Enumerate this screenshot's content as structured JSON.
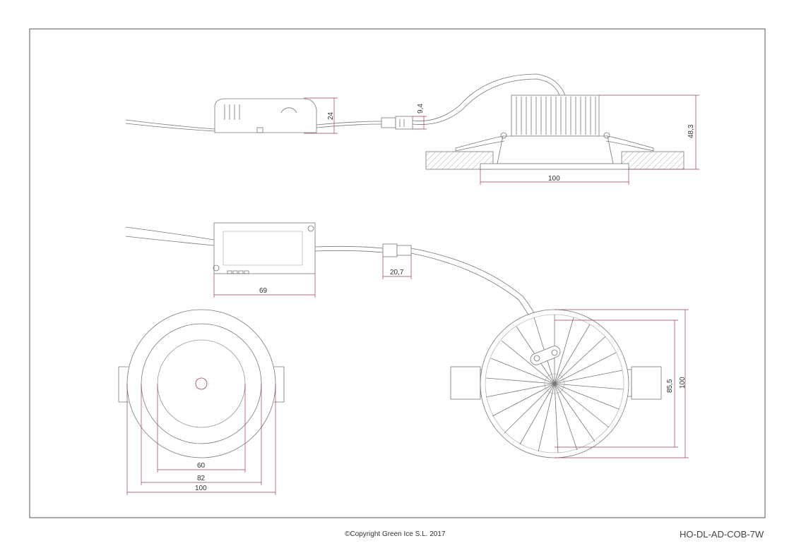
{
  "dimensions": {
    "driver_height": "24",
    "connector_height": "9,4",
    "fixture_height": "48,3",
    "fixture_cutout_width": "100",
    "driver_length": "69",
    "connector_length": "20,7",
    "ring_inner": "60",
    "ring_mid": "82",
    "ring_outer": "100",
    "back_inner": "85,5",
    "back_outer": "100"
  },
  "footer": {
    "copyright": "©Copyright Green Ice S.L. 2017",
    "model": "HO-DL-AD-COB-7W"
  }
}
